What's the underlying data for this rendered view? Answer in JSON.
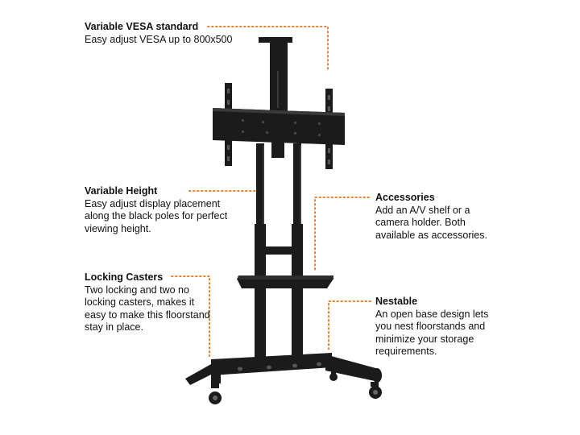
{
  "colors": {
    "accent_dots": "#e8822e",
    "stand": "#1b1b1b",
    "stand_highlight": "#3a3a3a"
  },
  "callouts": {
    "vesa": {
      "title": "Variable VESA standard",
      "body": "Easy adjust VESA up to 800x500"
    },
    "height": {
      "title": "Variable Height",
      "body": "Easy adjust display placement along the black poles for perfect viewing height."
    },
    "casters": {
      "title": "Locking Casters",
      "body": "Two locking and two no locking casters, makes it easy to make this floorstand stay in place."
    },
    "accessories": {
      "title": "Accessories",
      "body": "Add an A/V shelf or a camera holder. Both available as accessories."
    },
    "nestable": {
      "title": "Nestable",
      "body": "An open base design lets you nest floorstands and minimize your storage requirements."
    }
  },
  "product_image": {
    "icon": "tv-floorstand-illustration"
  }
}
